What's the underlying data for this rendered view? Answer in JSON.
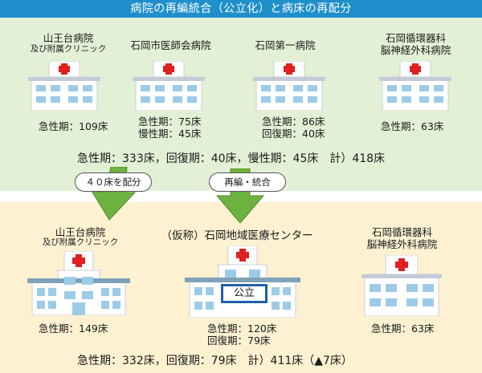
{
  "title": "病院の再編統合（公立化）と病床の再配分",
  "before": {
    "hospitals": [
      {
        "name_line1": "山王台病院",
        "name_line2": "及び附属クリニック",
        "beds": [
          "急性期：109床"
        ]
      },
      {
        "name_line1": "石岡市医師会病院",
        "name_line2": "",
        "beds": [
          "急性期：75床",
          "慢性期：45床"
        ]
      },
      {
        "name_line1": "石岡第一病院",
        "name_line2": "",
        "beds": [
          "急性期：86床",
          "回復期：40床"
        ]
      },
      {
        "name_line1": "石岡循環器科",
        "name_line2": "脳神経外科病院",
        "beds": [
          "急性期：63床"
        ]
      }
    ],
    "summary": "急性期：333床，回復期：40床，慢性期：45床　計）418床"
  },
  "arrows": {
    "left_label": "４０床を配分",
    "center_label": "再編・統合"
  },
  "after": {
    "hospitals": [
      {
        "name_line1": "山王台病院",
        "name_line2": "及び附属クリニック",
        "beds": [
          "急性期：149床"
        ]
      },
      {
        "name_line1": "（仮称）石岡地域医療センター",
        "name_line2": "",
        "beds": [
          "急性期：120床",
          "回復期：79床"
        ],
        "badge": "公立"
      },
      {
        "name_line1": "石岡循環器科",
        "name_line2": "脳神経外科病院",
        "beds": [
          "急性期：63床"
        ]
      }
    ],
    "summary": "急性期：332床，回復期：79床　計）411床（▲7床）"
  },
  "colors": {
    "title_bar": "#1f8fcb",
    "top_background": "#e3f0d6",
    "bottom_background": "#fdf1d2",
    "arrow": "#6db33f",
    "cross": "#e02020",
    "badge_border": "#1f5fa8"
  },
  "icons": [
    "hospital-building-icon",
    "red-cross-icon",
    "down-arrow-icon"
  ]
}
